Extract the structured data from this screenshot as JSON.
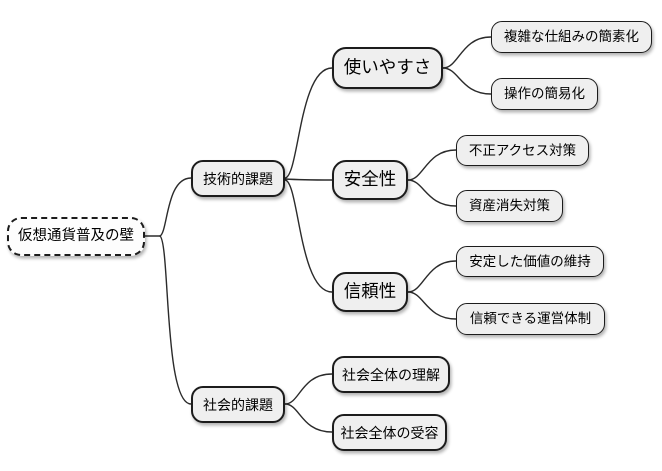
{
  "diagram": {
    "type": "mindmap",
    "orientation": "left-to-right",
    "background": "#ffffff",
    "colors": {
      "node_fill": "#efefef",
      "root_fill": "#fdfdfd",
      "node_border": "#1c1c1c",
      "connector": "#2b2b2b",
      "text": "#000000"
    }
  },
  "tree": {
    "label": "仮想通貨普及の壁",
    "children": [
      {
        "label": "技術的課題",
        "children": [
          {
            "label": "使いやすさ",
            "children": [
              {
                "label": "複雑な仕組みの簡素化",
                "children": []
              },
              {
                "label": "操作の簡易化",
                "children": []
              }
            ]
          },
          {
            "label": "安全性",
            "children": [
              {
                "label": "不正アクセス対策",
                "children": []
              },
              {
                "label": "資産消失対策",
                "children": []
              }
            ]
          },
          {
            "label": "信頼性",
            "children": [
              {
                "label": "安定した価値の維持",
                "children": []
              },
              {
                "label": "信頼できる運営体制",
                "children": []
              }
            ]
          }
        ]
      },
      {
        "label": "社会的課題",
        "children": [
          {
            "label": "社会全体の理解",
            "children": []
          },
          {
            "label": "社会全体の受容",
            "children": []
          }
        ]
      }
    ]
  }
}
